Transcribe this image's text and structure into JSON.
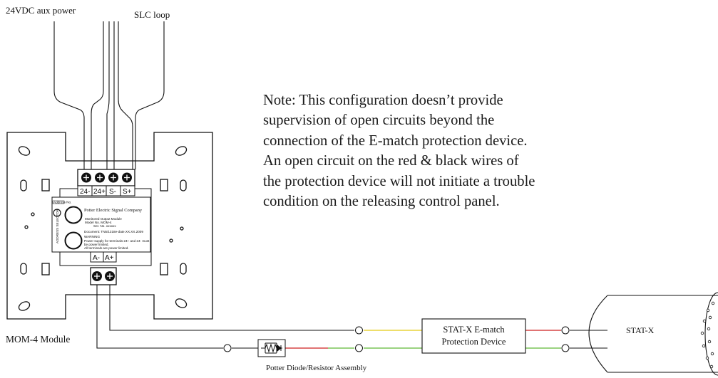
{
  "labels": {
    "aux_power": "24VDC aux power",
    "slc_loop": "SLC loop",
    "module_name": "MOM-4 Module",
    "diode_assembly": "Potter Diode/Resistor Assembly",
    "protection_device_line1": "STAT-X E-match",
    "protection_device_line2": "Protection Device",
    "statx": "STAT-X"
  },
  "note_lines": [
    "Note: This configuration doesn’t provide",
    "supervision of  open circuits beyond the",
    "connection of the E-match protection device.",
    "An open circuit on the red & black wires of",
    "the protection device will not initiate a trouble",
    "condition on the releasing control panel."
  ],
  "terminals": {
    "top": [
      "24-",
      "24+",
      "S-",
      "S+"
    ],
    "bottom": [
      "A-",
      "A+"
    ]
  },
  "module_label": {
    "address": "Address No.",
    "company": "Potter Electric Signal Company",
    "line1": "Monitored Output Module",
    "line2": "Model No. MOM-4",
    "line3": "Ser. No. xxxxxx",
    "document": "Document: TN5/1318e-date.XX.XX.2009",
    "warning": "WARNING",
    "warn1": "Power supply for terminals 24+ and 24- must",
    "warn2": "be power limited.",
    "warn3": "All terminals are power limited.",
    "side": "ADDRESS SELECTOR"
  },
  "colors": {
    "wire_yellow": "#e8d43a",
    "wire_red": "#d64545",
    "wire_green": "#79c356",
    "line": "#111111"
  }
}
